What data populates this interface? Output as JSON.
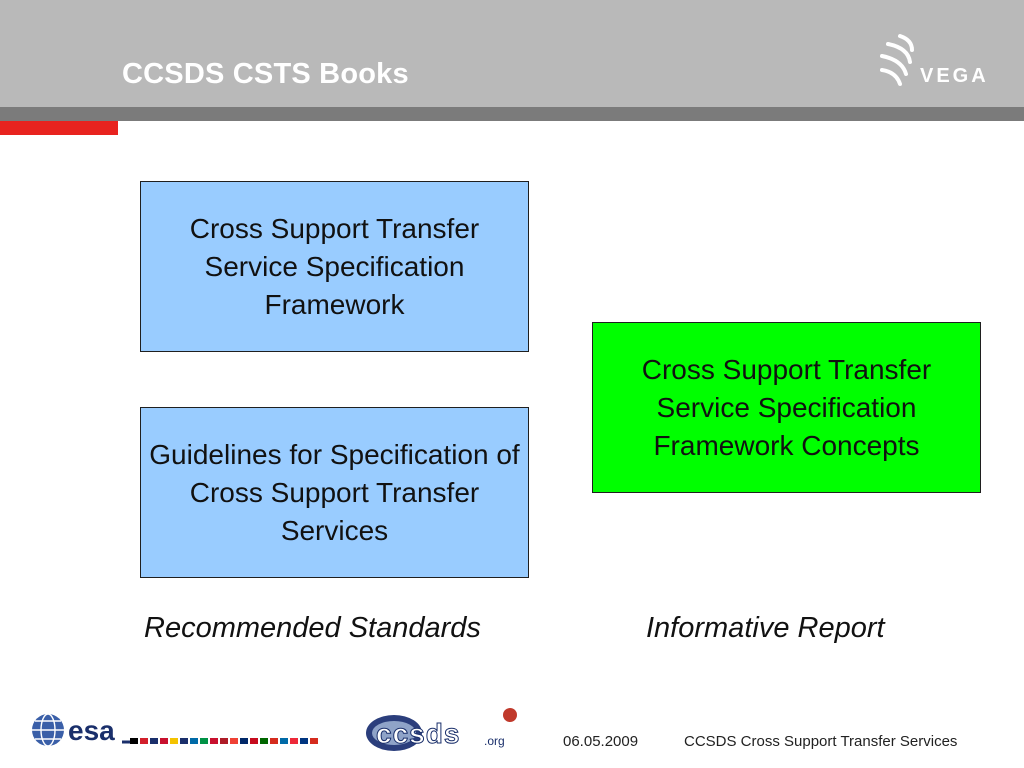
{
  "slide": {
    "title": "CCSDS CSTS Books"
  },
  "boxes": [
    {
      "text": "Cross Support Transfer Service Specification Framework",
      "color": "#99ccff"
    },
    {
      "text": "Guidelines for Specification of Cross Support Transfer Services",
      "color": "#99ccff"
    },
    {
      "text": "Cross Support Transfer Service Specification Framework Concepts",
      "color": "#00ff00"
    }
  ],
  "captions": {
    "recommended": "Recommended Standards",
    "informative": "Informative Report"
  },
  "footer": {
    "date": "06.05.2009",
    "title": "CCSDS Cross Support Transfer Services",
    "logo_esa_text": "esa",
    "logo_ccsds_text": "ccsds",
    "logo_ccsds_suffix": ".org",
    "logo_vega_text": "VEGA"
  },
  "colors": {
    "header_band": "#b9b9b9",
    "header_stripe": "#7b7b7b",
    "accent_red": "#e8231f"
  }
}
